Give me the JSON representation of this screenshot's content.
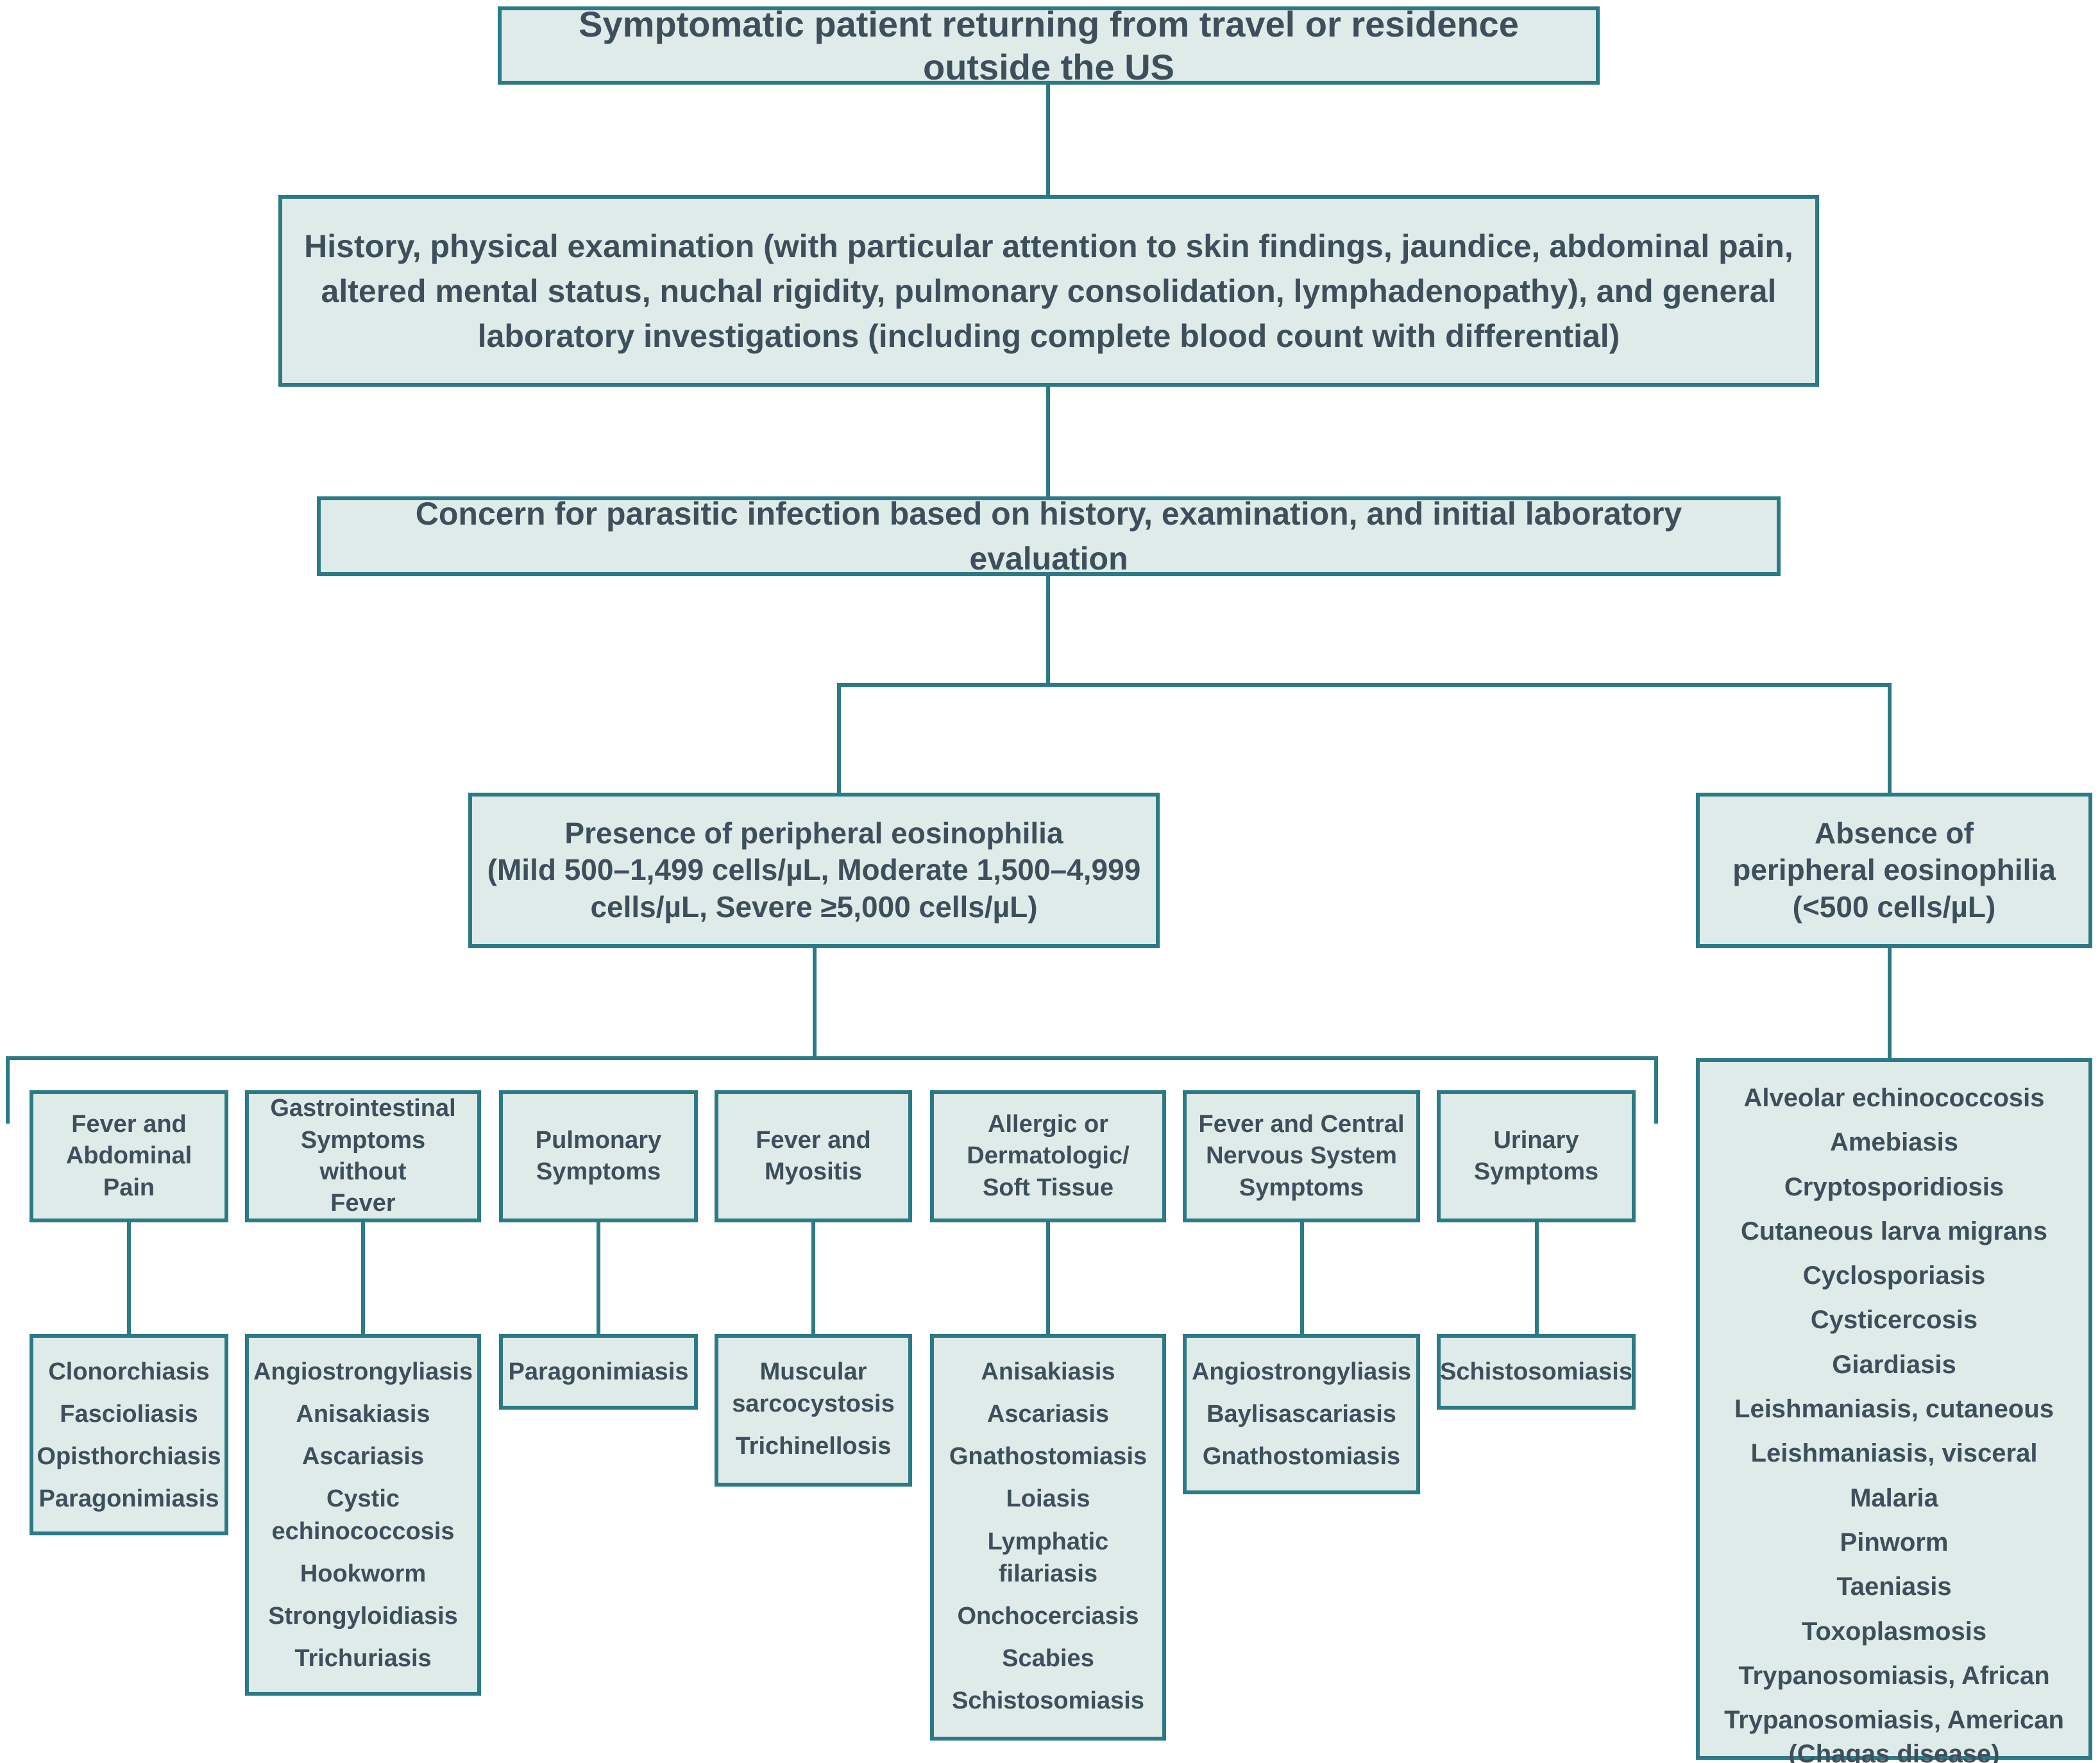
{
  "colors": {
    "box_fill": "#deebe8",
    "box_border": "#2c7a86",
    "text": "#3e4f5c",
    "connector": "#2c7a86"
  },
  "nodes": {
    "start": "Symptomatic patient returning from travel or residence outside the US",
    "history": [
      "History, physical examination (with particular attention to skin findings, jaundice, abdominal pain,",
      "altered mental status, nuchal rigidity, pulmonary consolidation, lymphadenopathy), and general",
      "laboratory investigations (including complete blood count with differential)"
    ],
    "concern": "Concern for parasitic infection based on history, examination, and initial laboratory evaluation",
    "presence": [
      "Presence of peripheral eosinophilia",
      "(Mild 500–1,499 cells/µL, Moderate 1,500–4,999",
      "cells/µL, Severe ≥5,000 cells/µL)"
    ],
    "absence": [
      "Absence of",
      "peripheral eosinophilia",
      "(<500 cells/µL)"
    ]
  },
  "categories": [
    {
      "label": [
        "Fever and",
        "Abdominal Pain"
      ],
      "infections": [
        [
          "Clonorchiasis"
        ],
        [
          "Fascioliasis"
        ],
        [
          "Opisthorchiasis"
        ],
        [
          "Paragonimiasis"
        ]
      ]
    },
    {
      "label": [
        "Gastrointestinal",
        "Symptoms without",
        "Fever"
      ],
      "infections": [
        [
          "Angiostrongyliasis"
        ],
        [
          "Anisakiasis"
        ],
        [
          "Ascariasis"
        ],
        [
          "Cystic",
          "echinococcosis"
        ],
        [
          "Hookworm"
        ],
        [
          "Strongyloidiasis"
        ],
        [
          "Trichuriasis"
        ]
      ]
    },
    {
      "label": [
        "Pulmonary",
        "Symptoms"
      ],
      "infections": [
        [
          "Paragonimiasis"
        ]
      ]
    },
    {
      "label": [
        "Fever and",
        "Myositis"
      ],
      "infections": [
        [
          "Muscular",
          "sarcocystosis"
        ],
        [
          "Trichinellosis"
        ]
      ]
    },
    {
      "label": [
        "Allergic or",
        "Dermatologic/",
        "Soft Tissue"
      ],
      "infections": [
        [
          "Anisakiasis"
        ],
        [
          "Ascariasis"
        ],
        [
          "Gnathostomiasis"
        ],
        [
          "Loiasis"
        ],
        [
          "Lymphatic",
          "filariasis"
        ],
        [
          "Onchocerciasis"
        ],
        [
          "Scabies"
        ],
        [
          "Schistosomiasis"
        ]
      ]
    },
    {
      "label": [
        "Fever and Central",
        "Nervous System",
        "Symptoms"
      ],
      "infections": [
        [
          "Angiostrongyliasis"
        ],
        [
          "Baylisascariasis"
        ],
        [
          "Gnathostomiasis"
        ]
      ]
    },
    {
      "label": [
        "Urinary",
        "Symptoms"
      ],
      "infections": [
        [
          "Schistosomiasis"
        ]
      ]
    }
  ],
  "absence_infections": [
    [
      "Alveolar echinococcosis"
    ],
    [
      "Amebiasis"
    ],
    [
      "Cryptosporidiosis"
    ],
    [
      "Cutaneous larva migrans"
    ],
    [
      "Cyclosporiasis"
    ],
    [
      "Cysticercosis"
    ],
    [
      "Giardiasis"
    ],
    [
      "Leishmaniasis, cutaneous"
    ],
    [
      "Leishmaniasis, visceral"
    ],
    [
      "Malaria"
    ],
    [
      "Pinworm"
    ],
    [
      "Taeniasis"
    ],
    [
      "Toxoplasmosis"
    ],
    [
      "Trypanosomiasis, African"
    ],
    [
      "Trypanosomiasis, American",
      "(Chagas disease)"
    ]
  ]
}
